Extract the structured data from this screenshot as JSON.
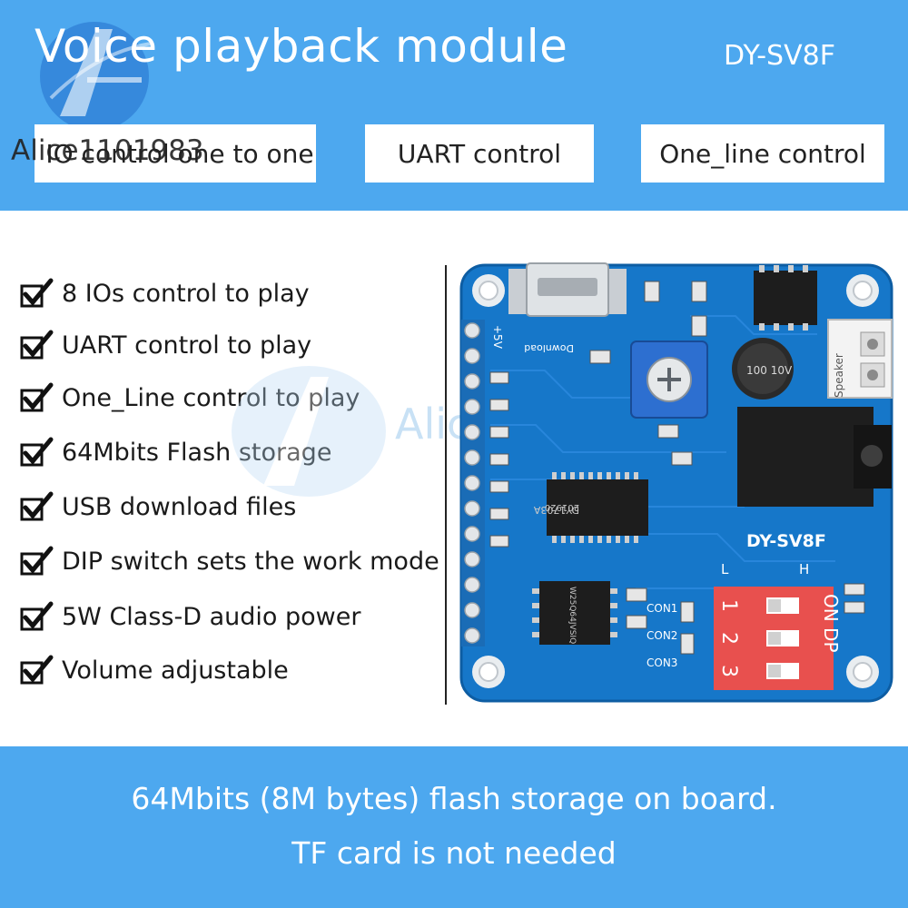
{
  "header": {
    "title": "Voice playback module",
    "model": "DY-SV8F",
    "watermark": "Alice1101983"
  },
  "modes": [
    {
      "label": "IO control one to one"
    },
    {
      "label": "UART control"
    },
    {
      "label": "One_line control"
    }
  ],
  "features": [
    {
      "label": "8 IOs control to play"
    },
    {
      "label": "UART control to play"
    },
    {
      "label": "One_Line control to play"
    },
    {
      "label": "64Mbits Flash storage"
    },
    {
      "label": "USB download files"
    },
    {
      "label": "DIP switch sets the work mode"
    },
    {
      "label": "5W Class-D audio power"
    },
    {
      "label": "Volume adjustable"
    }
  ],
  "board": {
    "model_label": "DY-SV8F",
    "level_low": "L",
    "level_high": "H",
    "dip_label": "ON DP",
    "dip_numbers": [
      "1",
      "2",
      "3"
    ],
    "con_labels": [
      "CON1",
      "CON2",
      "CON3"
    ],
    "speaker_label": "Speaker",
    "power_label": "+5V",
    "download_label": "Download",
    "chip_main": "DY1703A",
    "chip_main_sub": "201920",
    "chip_flash": "W25Q64JVSIQ",
    "cap_label": "100 10V",
    "colors": {
      "pcb": "#1677c9",
      "dip": "#e8504e",
      "pot": "#2d6fd0"
    }
  },
  "footer": {
    "line1": "64Mbits  (8M bytes) flash storage on board.",
    "line2": "TF card is not needed"
  },
  "colors": {
    "band": "#4da8ef",
    "text_light": "#ffffff",
    "text_dark": "#1a1a1a"
  }
}
